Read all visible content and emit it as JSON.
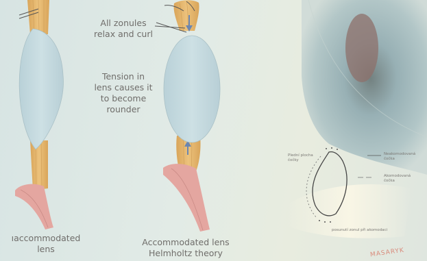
{
  "left_diagram": {
    "caption_line1": "ıaccommodated",
    "caption_line2": "lens"
  },
  "middle_diagram": {
    "note_zonules_line1": "All zonules",
    "note_zonules_line2": "relax and curl",
    "note_tension_line1": "Tension in",
    "note_tension_line2": "lens causes it",
    "note_tension_line3": "to become",
    "note_tension_line4": "rounder",
    "caption_line1": "Accommodated lens",
    "caption_line2": "Helmholtz theory"
  },
  "right_diagram": {
    "label_flat_line1": "Plední plocha",
    "label_flat_line2": "čočky",
    "legend_solid_line1": "Neakomodovaná",
    "legend_solid_line2": "čočka",
    "legend_dashed_line1": "Akomodovaná",
    "legend_dashed_line2": "čočka",
    "label_bottom": "posunutí zonul při akomodaci"
  },
  "watermark": "MASARYK",
  "colors": {
    "lens": "#c5dbe0",
    "zonule": "#e3b56a",
    "muscle": "#e4a6a0",
    "iris": "#7f9fa6",
    "text": "#6f6d6a"
  }
}
